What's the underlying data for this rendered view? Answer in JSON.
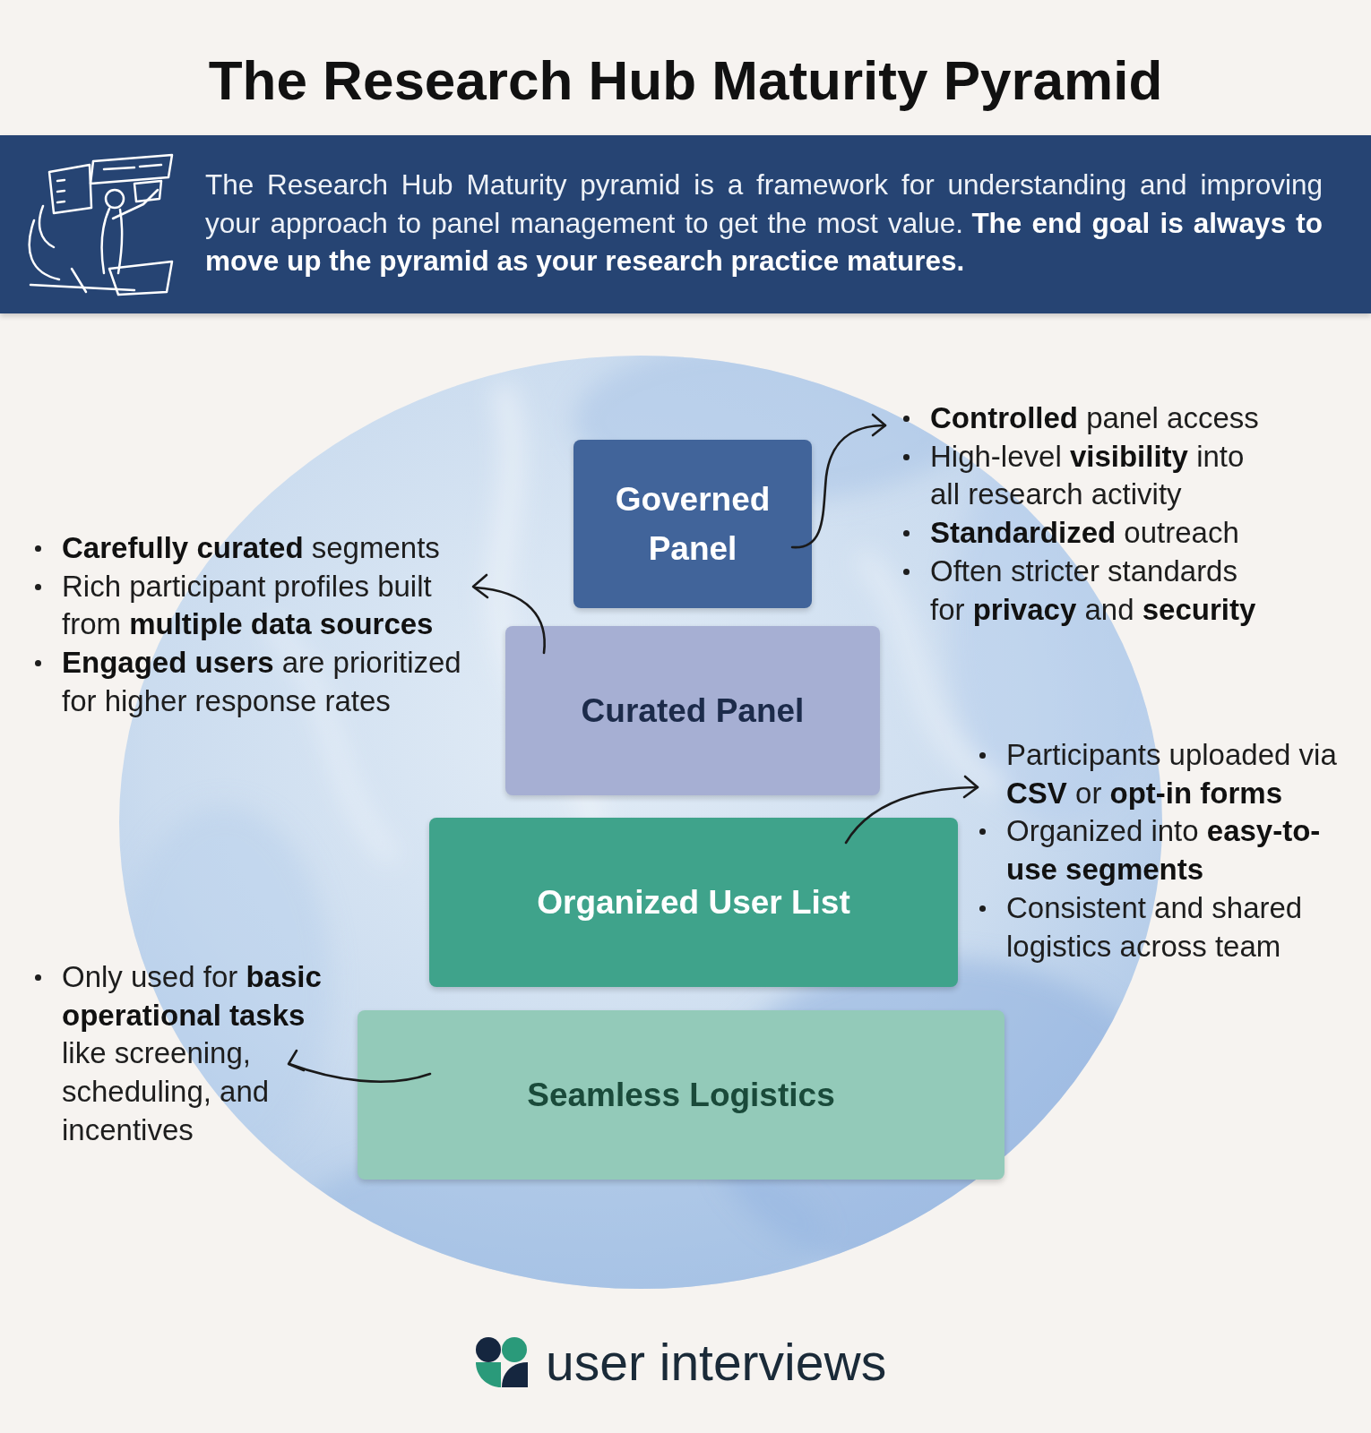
{
  "diagram": {
    "title": "The Research Hub Maturity Pyramid",
    "nodes": [
      {
        "text": [
          "The Research Hub Maturity pyramid is a framework for understanding and improving your approach to panel management to get the most value.",
          "The end goal is always to move up the pyramid as your research practice matures."
        ]
      },
      {
        "text": [
          "Governed Panel"
        ]
      },
      {
        "text": [
          "Curated Panel"
        ]
      },
      {
        "text": [
          "Organized User List"
        ]
      },
      {
        "text": [
          "Seamless Logistics"
        ]
      }
    ],
    "labels": [
      "Controlled panel access",
      "High-level visibility into all research activity",
      "Standardized outreach",
      "Often stricter standards for privacy and security",
      "Carefully curated segments",
      "Rich participant profiles built from multiple data sources",
      "Engaged users are prioritized for higher response rates",
      "Participants uploaded via CSV or opt-in forms",
      "Organized into easy-to-use segments",
      "Consistent and shared logistics across team",
      "Only used for basic operational tasks like screening, scheduling, and incentives",
      "user interviews"
    ]
  }
}
